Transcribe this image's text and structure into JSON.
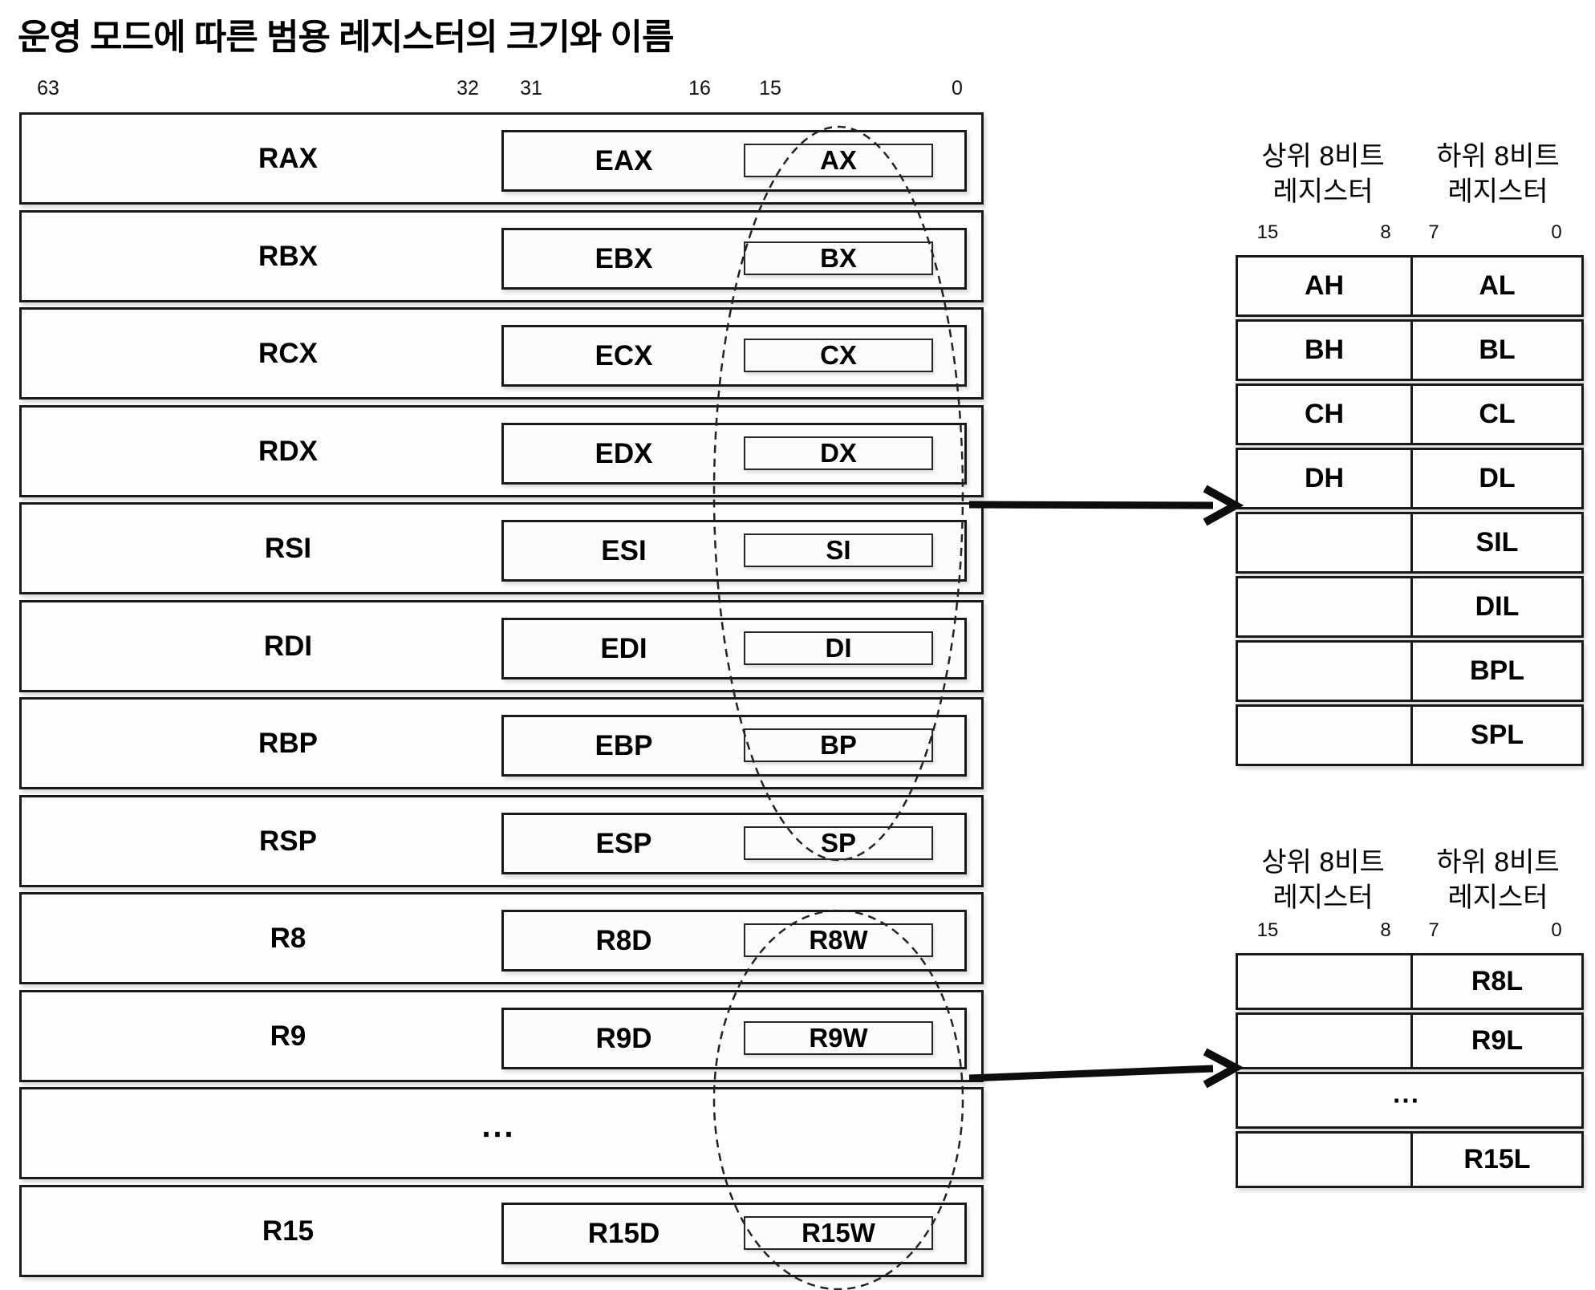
{
  "title": "운영 모드에 따른 범용 레지스터의 크기와 이름",
  "colors": {
    "line": "#191919",
    "background": "#ffffff",
    "text": "#000000"
  },
  "main_diagram": {
    "bit_labels": [
      "63",
      "32",
      "31",
      "16",
      "15",
      "0"
    ],
    "ellipsis": "⋯",
    "rows": [
      {
        "r64": "RAX",
        "r32": "EAX",
        "r16": "AX"
      },
      {
        "r64": "RBX",
        "r32": "EBX",
        "r16": "BX"
      },
      {
        "r64": "RCX",
        "r32": "ECX",
        "r16": "CX"
      },
      {
        "r64": "RDX",
        "r32": "EDX",
        "r16": "DX"
      },
      {
        "r64": "RSI",
        "r32": "ESI",
        "r16": "SI"
      },
      {
        "r64": "RDI",
        "r32": "EDI",
        "r16": "DI"
      },
      {
        "r64": "RBP",
        "r32": "EBP",
        "r16": "BP"
      },
      {
        "r64": "RSP",
        "r32": "ESP",
        "r16": "SP"
      },
      {
        "r64": "R8",
        "r32": "R8D",
        "r16": "R8W"
      },
      {
        "r64": "R9",
        "r32": "R9D",
        "r16": "R9W"
      },
      {
        "r64": "R15",
        "r32": "R15D",
        "r16": "R15W"
      }
    ]
  },
  "high_byte_table": {
    "high_header": {
      "line1": "상위 8비트",
      "line2": "레지스터"
    },
    "low_header": {
      "line1": "하위 8비트",
      "line2": "레지스터"
    },
    "bit_labels": [
      "15",
      "8",
      "7",
      "0"
    ],
    "rows": [
      {
        "high": "AH",
        "low": "AL"
      },
      {
        "high": "BH",
        "low": "BL"
      },
      {
        "high": "CH",
        "low": "CL"
      },
      {
        "high": "DH",
        "low": "DL"
      },
      {
        "high": "",
        "low": "SIL"
      },
      {
        "high": "",
        "low": "DIL"
      },
      {
        "high": "",
        "low": "BPL"
      },
      {
        "high": "",
        "low": "SPL"
      }
    ]
  },
  "extended_byte_table": {
    "high_header": {
      "line1": "상위 8비트",
      "line2": "레지스터"
    },
    "low_header": {
      "line1": "하위 8비트",
      "line2": "레지스터"
    },
    "bit_labels": [
      "15",
      "8",
      "7",
      "0"
    ],
    "ellipsis": "⋯",
    "rows": [
      {
        "high": "",
        "low": "R8L"
      },
      {
        "high": "",
        "low": "R9L"
      },
      {
        "high": "",
        "low": "R15L"
      }
    ]
  }
}
